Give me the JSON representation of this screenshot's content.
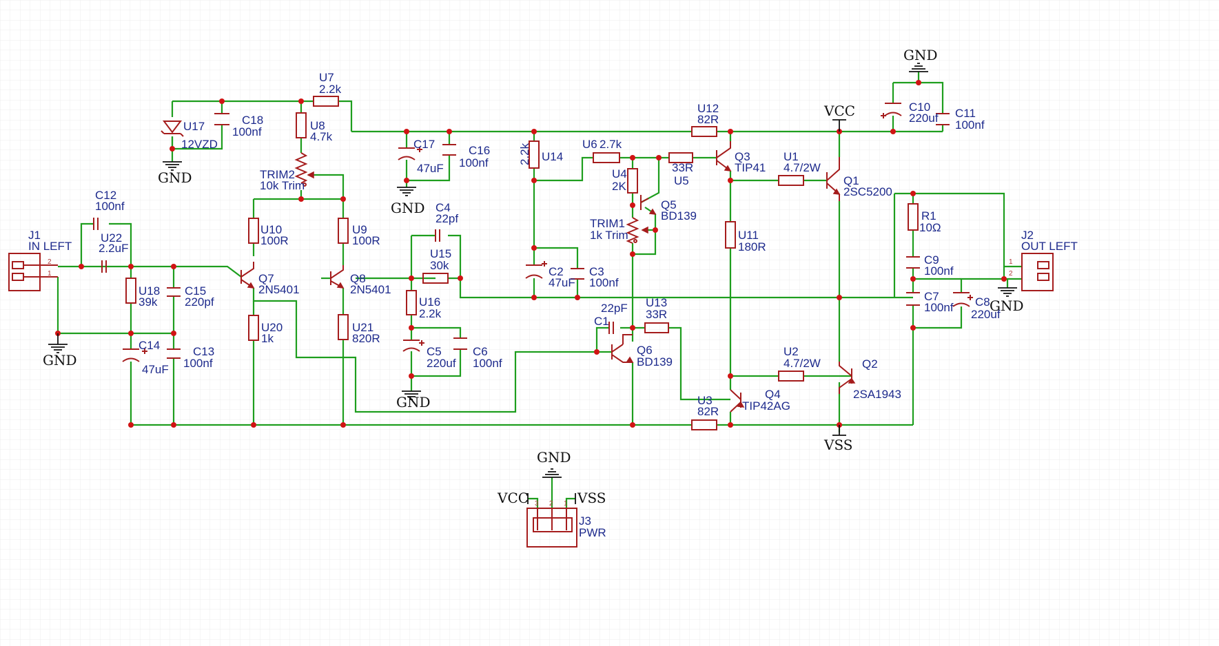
{
  "gnd": "GND",
  "vcc": "VCC",
  "vss": "VSS",
  "j1": {
    "ref": "J1",
    "val": "IN LEFT",
    "p2": "2",
    "p1": "1"
  },
  "j2": {
    "ref": "J2",
    "val": "OUT LEFT",
    "p1": "1",
    "p2": "2"
  },
  "j3": {
    "ref": "J3",
    "val": "PWR",
    "p3": "3",
    "p2": "2",
    "p1": "1"
  },
  "c12": {
    "ref": "C12",
    "val": "100nf"
  },
  "u22": {
    "ref": "U22",
    "val": "2.2uF"
  },
  "u18": {
    "ref": "U18",
    "val": "39k"
  },
  "c15": {
    "ref": "C15",
    "val": "220pf"
  },
  "c14": {
    "ref": "C14",
    "val": "47uF"
  },
  "c13": {
    "ref": "C13",
    "val": "100nf"
  },
  "u17": {
    "ref": "U17",
    "val": "12VZD"
  },
  "c18": {
    "ref": "C18",
    "val": "100nf"
  },
  "u7": {
    "ref": "U7",
    "val": "2.2k"
  },
  "u8": {
    "ref": "U8",
    "val": "4.7k"
  },
  "trim2": {
    "ref": "TRIM2",
    "val": "10k Trim"
  },
  "u10": {
    "ref": "U10",
    "val": "100R"
  },
  "u9": {
    "ref": "U9",
    "val": "100R"
  },
  "q7": {
    "ref": "Q7",
    "val": "2N5401"
  },
  "q8": {
    "ref": "Q8",
    "val": "2N5401"
  },
  "u20": {
    "ref": "U20",
    "val": "1k"
  },
  "u21": {
    "ref": "U21",
    "val": "820R"
  },
  "c17": {
    "ref": "C17",
    "val": "47uF"
  },
  "c16": {
    "ref": "C16",
    "val": "100nf"
  },
  "c4": {
    "ref": "C4",
    "val": "22pf"
  },
  "u15": {
    "ref": "U15",
    "val": "30k"
  },
  "u16": {
    "ref": "U16",
    "val": "2.2k"
  },
  "c5": {
    "ref": "C5",
    "val": "220uf"
  },
  "c6": {
    "ref": "C6",
    "val": "100nf"
  },
  "u14": {
    "ref": "U14",
    "val": "2.2k"
  },
  "u6": {
    "ref": "U6",
    "val": "2.7k"
  },
  "u4": {
    "ref": "U4",
    "val": "2K"
  },
  "trim1": {
    "ref": "TRIM1",
    "val": "1k Trim"
  },
  "q5": {
    "ref": "Q5",
    "val": "BD139"
  },
  "c2": {
    "ref": "C2",
    "val": "47uF"
  },
  "c3": {
    "ref": "C3",
    "val": "100nf"
  },
  "u12": {
    "ref": "U12",
    "val": "82R"
  },
  "u5": {
    "ref": "U5",
    "val": "33R"
  },
  "q3": {
    "ref": "Q3",
    "val": "TIP41"
  },
  "u11": {
    "ref": "U11",
    "val": "180R"
  },
  "u1": {
    "ref": "U1",
    "val": "4.7/2W"
  },
  "q1": {
    "ref": "Q1",
    "val": "2SC5200"
  },
  "c10": {
    "ref": "C10",
    "val": "220uf"
  },
  "c11": {
    "ref": "C11",
    "val": "100nf"
  },
  "c1": {
    "ref": "C1",
    "val": "22pF"
  },
  "u13": {
    "ref": "U13",
    "val": "33R"
  },
  "q6": {
    "ref": "Q6",
    "val": "BD139"
  },
  "u2": {
    "ref": "U2",
    "val": "4.7/2W"
  },
  "q2": {
    "ref": "Q2",
    "val": "2SA1943"
  },
  "q4": {
    "ref": "Q4",
    "val": "TIP42AG"
  },
  "u3": {
    "ref": "U3",
    "val": "82R"
  },
  "r1": {
    "ref": "R1",
    "val": "10Ω"
  },
  "c9": {
    "ref": "C9",
    "val": "100nf"
  },
  "c7": {
    "ref": "C7",
    "val": "100nf"
  },
  "c8": {
    "ref": "C8",
    "val": "220uf"
  }
}
